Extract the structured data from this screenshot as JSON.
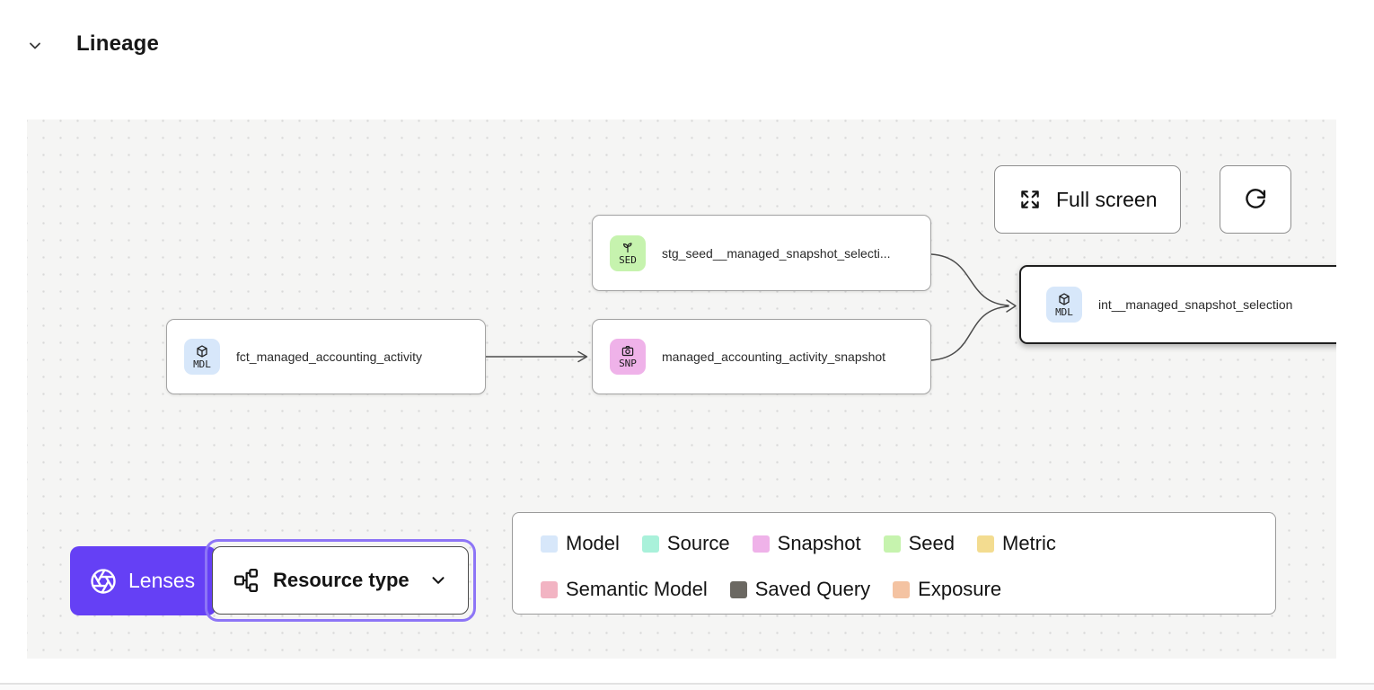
{
  "header": {
    "title": "Lineage",
    "collapse_icon": "chevron-down"
  },
  "toolbar": {
    "full_screen_label": "Full screen",
    "full_screen_icon": "expand-arrows",
    "refresh_icon": "rotate-cw"
  },
  "nodes": [
    {
      "label": "stg_seed__managed_snapshot_selecti...",
      "badge": "SED",
      "badge_icon": "sprout-icon",
      "badge_color": "#c6f3ae",
      "selected": false
    },
    {
      "label": "fct_managed_accounting_activity",
      "badge": "MDL",
      "badge_icon": "cube-icon",
      "badge_color": "#d7e7fa",
      "selected": false
    },
    {
      "label": "managed_accounting_activity_snapshot",
      "badge": "SNP",
      "badge_icon": "camera-icon",
      "badge_color": "#efb2e9",
      "selected": false
    },
    {
      "label": "int__managed_snapshot_selection",
      "badge": "MDL",
      "badge_icon": "cube-icon",
      "badge_color": "#d7e7fa",
      "selected": true
    }
  ],
  "lenses": {
    "label": "Lenses",
    "icon": "aperture",
    "color": "#6540f5"
  },
  "resource_type": {
    "label": "Resource type",
    "icon": "hierarchy",
    "dropdown_icon": "chevron-down",
    "ring_color": "#8d75f6"
  },
  "legend": {
    "items": [
      {
        "label": "Model",
        "color": "#d7e7fa"
      },
      {
        "label": "Source",
        "color": "#a9f1da"
      },
      {
        "label": "Snapshot",
        "color": "#efb2e9"
      },
      {
        "label": "Seed",
        "color": "#c6f3ae"
      },
      {
        "label": "Metric",
        "color": "#f3dc90"
      },
      {
        "label": "Semantic Model",
        "color": "#f2b4c3"
      },
      {
        "label": "Saved Query",
        "color": "#6b6862"
      },
      {
        "label": "Exposure",
        "color": "#f4c3a2"
      }
    ]
  }
}
